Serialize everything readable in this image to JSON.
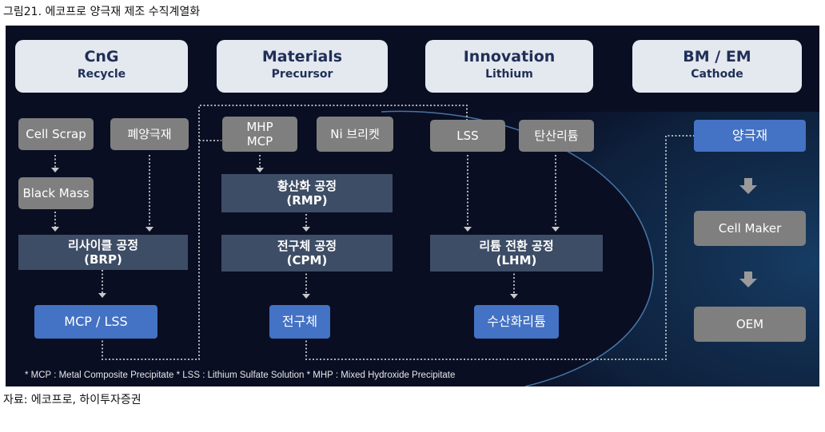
{
  "figure_title": "그림21. 에코프로 양극재 제조 수직계열화",
  "source": "자료: 에코프로, 하이투자증권",
  "columns": [
    {
      "name": "CnG",
      "sub": "Recycle"
    },
    {
      "name": "Materials",
      "sub": "Precursor"
    },
    {
      "name": "Innovation",
      "sub": "Lithium"
    },
    {
      "name": "BM / EM",
      "sub": "Cathode"
    }
  ],
  "recycle": {
    "cell_scrap": "Cell Scrap",
    "waste_cathode": "폐양극재",
    "black_mass": "Black Mass",
    "process": "리사이클 공정\n(BRP)",
    "output": "MCP / LSS"
  },
  "precursor": {
    "mhp": "MHP\nMCP",
    "ni_briquette": "Ni 브리켓",
    "sulfation": "황산화 공정\n(RMP)",
    "process": "전구체 공정\n(CPM)",
    "output": "전구체"
  },
  "lithium": {
    "lss": "LSS",
    "lithium_carbonate": "탄산리튬",
    "process": "리튬 전환 공정\n(LHM)",
    "output": "수산화리튬"
  },
  "cathode": {
    "cathode_material": "양극재",
    "cell_maker": "Cell Maker",
    "oem": "OEM"
  },
  "footnote": "* MCP : Metal Composite Precipitate   * LSS : Lithium Sulfate Solution   * MHP : Mixed Hydroxide Precipitate",
  "colors": {
    "background": "#0a0e23",
    "header": "#e4e8ef",
    "header_text": "#1f2f57",
    "gray_box": "#7f7f7f",
    "process_box": "#3e4d66",
    "blue_box": "#4472c4",
    "connector": "#c8c8c8"
  }
}
